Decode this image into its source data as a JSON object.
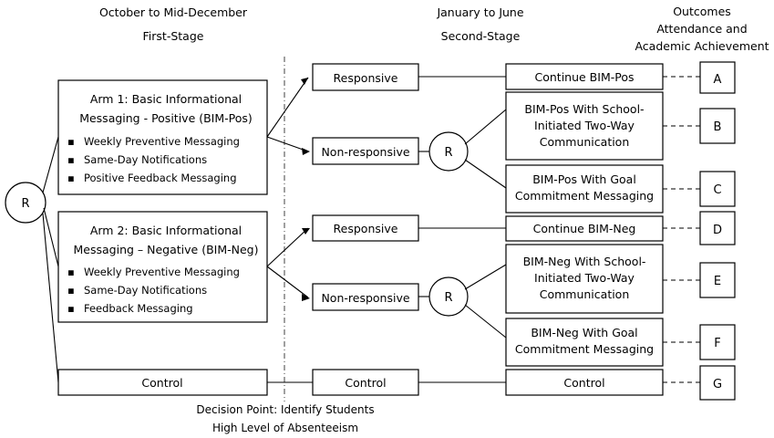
{
  "headers": {
    "stage1": {
      "line1": "October to Mid-December",
      "line2": "First-Stage"
    },
    "stage2": {
      "line1": "January to June",
      "line2": "Second-Stage"
    },
    "outcomes": {
      "line1": "Outcomes",
      "line2": "Attendance and",
      "line3": "Academic Achievement"
    }
  },
  "randomization": {
    "root_label": "R",
    "second_stage_pos_label": "R",
    "second_stage_neg_label": "R"
  },
  "arms": [
    {
      "title_line1": "Arm  1: Basic Informational",
      "title_line2": "Messaging - Positive (BIM-Pos)",
      "bullets": [
        "Weekly Preventive Messaging",
        "Same-Day Notifications",
        "Positive Feedback Messaging"
      ]
    },
    {
      "title_line1": "Arm  2: Basic Informational",
      "title_line2": "Messaging – Negative (BIM-Neg)",
      "bullets": [
        "Weekly Preventive Messaging",
        "Same-Day Notifications",
        "Feedback Messaging"
      ]
    }
  ],
  "control_stage1": "Control",
  "response_status": {
    "pos_responsive": "Responsive",
    "pos_nonresponsive": "Non-responsive",
    "neg_responsive": "Responsive",
    "neg_nonresponsive": "Non-responsive",
    "control": "Control"
  },
  "second_stage": [
    {
      "lines": [
        "Continue BIM-Pos"
      ],
      "outcome": "A"
    },
    {
      "lines": [
        "BIM-Pos With School-",
        "Initiated Two-Way",
        "Communication"
      ],
      "outcome": "B"
    },
    {
      "lines": [
        "BIM-Pos With Goal",
        "Commitment  Messaging"
      ],
      "outcome": "C"
    },
    {
      "lines": [
        "Continue BIM-Neg"
      ],
      "outcome": "D"
    },
    {
      "lines": [
        "BIM-Neg With School-",
        "Initiated Two-Way",
        "Communication"
      ],
      "outcome": "E"
    },
    {
      "lines": [
        "BIM-Neg With Goal",
        "Commitment  Messaging"
      ],
      "outcome": "F"
    },
    {
      "lines": [
        "Control"
      ],
      "outcome": "G"
    }
  ],
  "footer": {
    "line1": "Decision Point: Identify Students",
    "line2": "High Level of Absenteeism"
  },
  "colors": {
    "line": "#000000",
    "box_fill": "#ffffff",
    "divider": "#404040"
  }
}
